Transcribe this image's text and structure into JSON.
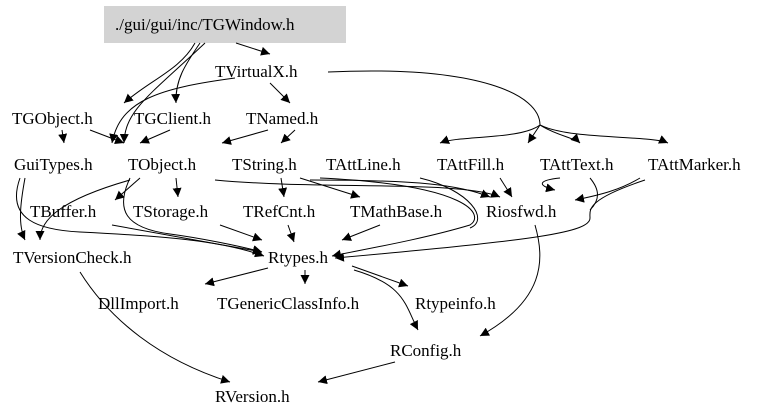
{
  "graph": {
    "root": "./gui/gui/inc/TGWindow.h",
    "nodes": {
      "tgwindow": "./gui/gui/inc/TGWindow.h",
      "tvirtualx": "TVirtualX.h",
      "tgobject": "TGObject.h",
      "tgclient": "TGClient.h",
      "tnamed": "TNamed.h",
      "guitypes": "GuiTypes.h",
      "tobject": "TObject.h",
      "tstring": "TString.h",
      "tattline": "TAttLine.h",
      "tattfill": "TAttFill.h",
      "tatttext": "TAttText.h",
      "tattmarker": "TAttMarker.h",
      "tbuffer": "TBuffer.h",
      "tstorage": "TStorage.h",
      "trefcnt": "TRefCnt.h",
      "tmathbase": "TMathBase.h",
      "riosfwd": "Riosfwd.h",
      "tversioncheck": "TVersionCheck.h",
      "rtypes": "Rtypes.h",
      "dllimport": "DllImport.h",
      "tgenericclassinfo": "TGenericClassInfo.h",
      "rtypeinfo": "Rtypeinfo.h",
      "rconfig": "RConfig.h",
      "rversion": "RVersion.h"
    },
    "colors": {
      "root_fill": "#d3d3d3",
      "edge": "#000000",
      "text": "#000000",
      "background": "#ffffff"
    }
  }
}
